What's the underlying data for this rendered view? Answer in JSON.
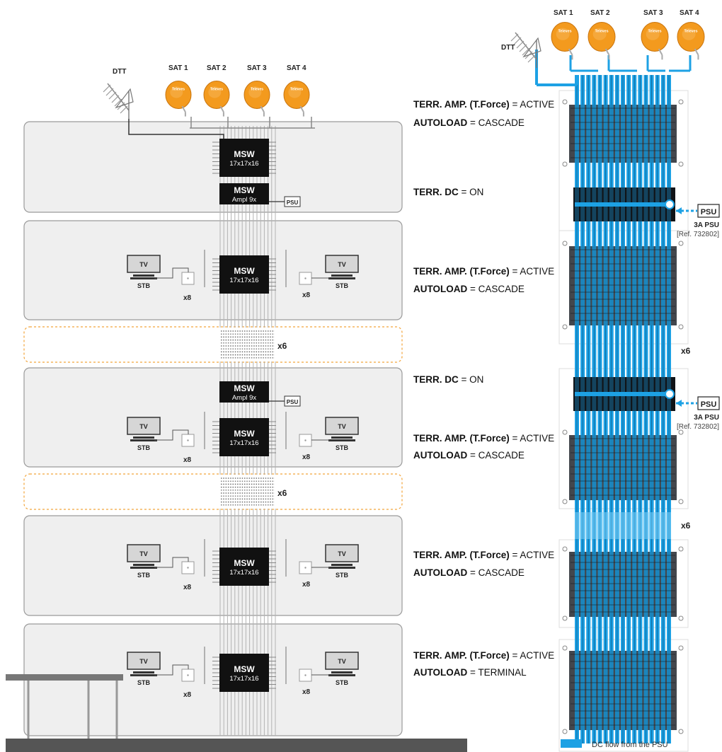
{
  "labels": {
    "dtt": "DTT",
    "sat": [
      "SAT 1",
      "SAT 2",
      "SAT 3",
      "SAT 4"
    ],
    "dish_brand": "Televes",
    "msw": "MSW",
    "msw_model": "17x17x16",
    "msw_amp": "Ampl 9x",
    "psu": "PSU",
    "tv": "TV",
    "stb": "STB",
    "x8": "x8",
    "x6": "x6",
    "psu_3a": "3A PSU",
    "psu_ref": "[Ref. 732802]",
    "legend": "DC flow from the PSU",
    "amp_active_key": "TERR. AMP. (T.Force)",
    "amp_active_val": " = ACTIVE",
    "autoload_key": "AUTOLOAD",
    "autoload_cascade": " = CASCADE",
    "autoload_terminal": " = TERMINAL",
    "terr_dc_key": "TERR. DC",
    "terr_dc_val": " = ON"
  },
  "colors": {
    "dish": "#f39a1e",
    "floor": "#efefef",
    "msw_box": "#111111",
    "cable": "#1da1e4",
    "dashed_floor": "#f2a43a",
    "text": "#222222"
  }
}
